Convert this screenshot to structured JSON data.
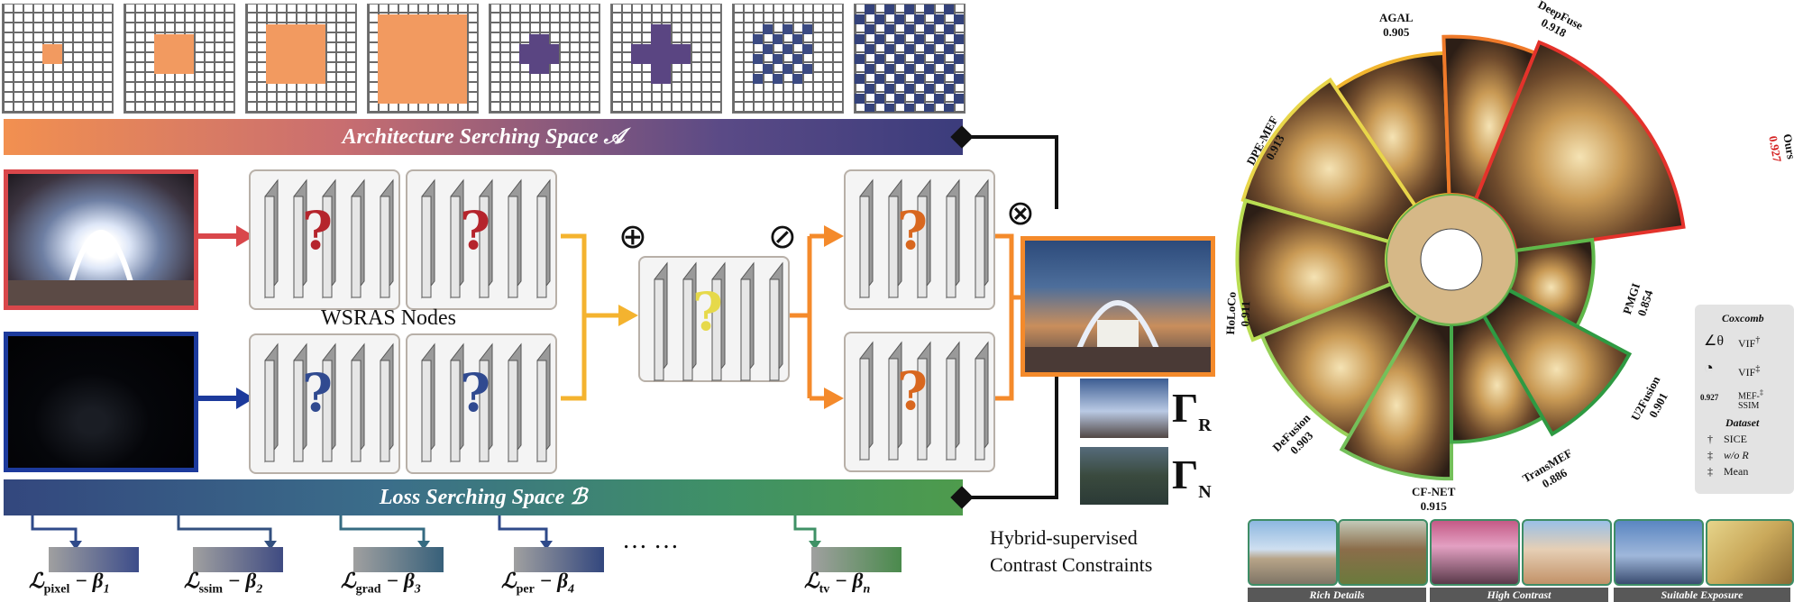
{
  "top_bar": {
    "label": "Architecture Serching Space 𝒜"
  },
  "bottom_bar": {
    "label": "Loss Serching Space ℬ"
  },
  "nodes_label": "WSRAS Nodes",
  "operators": {
    "plus": "⊕",
    "slash": "⊘",
    "otimes": "⊗"
  },
  "question_mark": "?",
  "gamma_r": "Γ",
  "gamma_r_sub": "R",
  "gamma_n": "Γ",
  "gamma_n_sub": "N",
  "caption": [
    "Hybrid-supervised",
    "Contrast Constraints"
  ],
  "ellipsis": "… …",
  "losses": [
    {
      "main": "ℒ",
      "sub": "pixel",
      "rest": " − β",
      "beta_sub": "1"
    },
    {
      "main": "ℒ",
      "sub": "ssim",
      "rest": " − β",
      "beta_sub": "2"
    },
    {
      "main": "ℒ",
      "sub": "grad",
      "rest": " − β",
      "beta_sub": "3"
    },
    {
      "main": "ℒ",
      "sub": "per",
      "rest": " − β",
      "beta_sub": "4"
    },
    {
      "main": "ℒ",
      "sub": "tv",
      "rest": " − β",
      "beta_sub": "n"
    }
  ],
  "coxcomb": {
    "methods": [
      {
        "name": "AGAL",
        "score": "0.905"
      },
      {
        "name": "DeepFuse",
        "score": "0.918"
      },
      {
        "name": "Ours",
        "score": "0.927"
      },
      {
        "name": "DPE-MEF",
        "score": "0.913"
      },
      {
        "name": "HoLoCo",
        "score": "0.911"
      },
      {
        "name": "PMGI",
        "score": "0.854"
      },
      {
        "name": "DeFusion",
        "score": "0.903"
      },
      {
        "name": "CF-NET",
        "score": "0.915"
      },
      {
        "name": "TransMEF",
        "score": "0.886"
      },
      {
        "name": "U2Fusion",
        "score": "0.901"
      }
    ]
  },
  "legend": {
    "title": "Coxcomb",
    "vif_theta": "VIF",
    "vif_theta_sup": "†",
    "vif_r": "VIF",
    "vif_r_sup": "‡",
    "mef_value": "0.927",
    "mef_label": "MEF-",
    "mef_label2": "SSIM",
    "mef_sup": "‡",
    "dataset_title": "Dataset",
    "dataset_items": [
      {
        "mark": "†",
        "text": "SICE"
      },
      {
        "mark": "‡",
        "text": "w/o R"
      },
      {
        "mark": "‡",
        "text": "Mean"
      }
    ]
  },
  "thumb_tags": [
    "Rich Details",
    "High Contrast",
    "Suitable Exposure"
  ],
  "colors": {
    "red": "#d9474b",
    "blue": "#1c3a9c",
    "yellow": "#f4b32f",
    "orange": "#f48a2b",
    "green": "#3e8d45",
    "q_red": "#b5242c",
    "q_blue": "#304a90",
    "q_yellow": "#e6d94a",
    "q_orange": "#d8671f"
  }
}
